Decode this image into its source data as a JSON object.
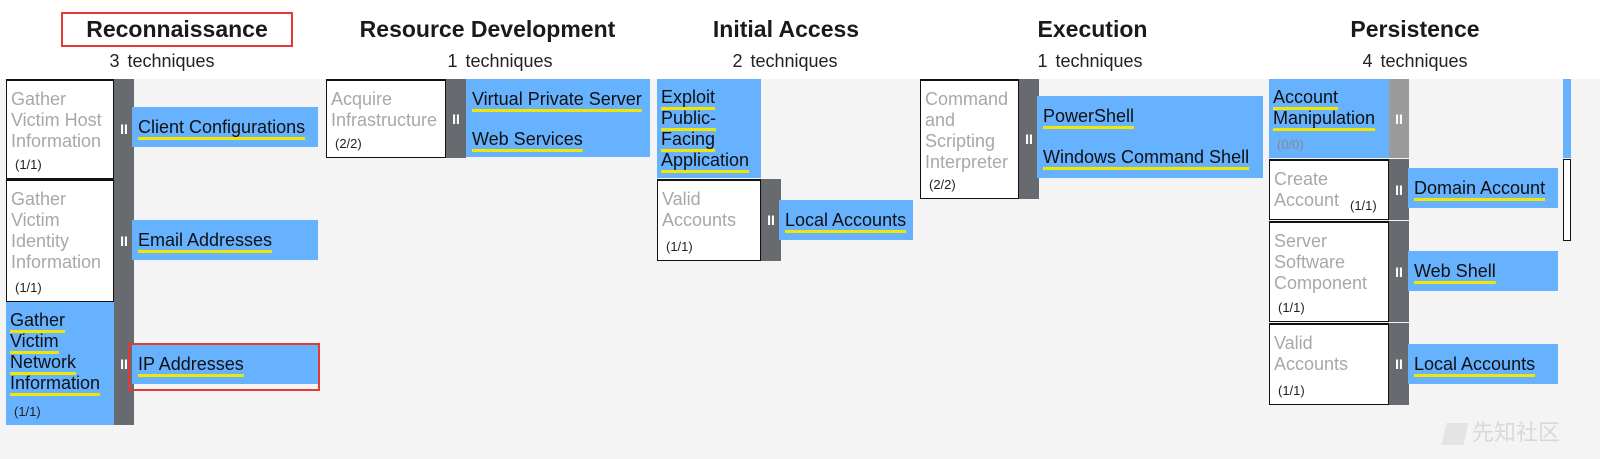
{
  "tactics": [
    {
      "name": "Reconnaissance",
      "count": "3",
      "unit": "techniques"
    },
    {
      "name": "Resource Development",
      "count": "1",
      "unit": "techniques"
    },
    {
      "name": "Initial Access",
      "count": "2",
      "unit": "techniques"
    },
    {
      "name": "Execution",
      "count": "1",
      "unit": "techniques"
    },
    {
      "name": "Persistence",
      "count": "4",
      "unit": "techniques"
    }
  ],
  "recon": {
    "t1": {
      "name": "Gather Victim Host Information",
      "ratio": "(1/1)",
      "sub": "Client Configurations"
    },
    "t2": {
      "name": "Gather Victim Identity Information",
      "ratio": "(1/1)",
      "sub": "Email Addresses"
    },
    "t3": {
      "name": "Gather Victim Network Information",
      "ratio": "(1/1)",
      "sub": "IP Addresses"
    }
  },
  "resdev": {
    "t1": {
      "name": "Acquire Infrastructure",
      "ratio": "(2/2)",
      "sub1": "Virtual Private Server",
      "sub2": "Web Services"
    }
  },
  "initial": {
    "t1": {
      "name": "Exploit Public-Facing Application"
    },
    "t2": {
      "name": "Valid Accounts",
      "ratio": "(1/1)",
      "sub": "Local Accounts"
    }
  },
  "execution": {
    "t1": {
      "name": "Command and Scripting Interpreter",
      "ratio": "(2/2)",
      "sub1": "PowerShell",
      "sub2": "Windows Command Shell"
    }
  },
  "persistence": {
    "t1": {
      "name": "Account Manipulation",
      "ratio": "(0/0)"
    },
    "t2": {
      "name": "Create Account",
      "ratio": "(1/1)",
      "sub": "Domain Account"
    },
    "t3": {
      "name": "Server Software Component",
      "ratio": "(1/1)",
      "sub": "Web Shell"
    },
    "t4": {
      "name": "Valid Accounts",
      "ratio": "(1/1)",
      "sub": "Local Accounts"
    }
  },
  "handle_glyph": "II",
  "watermark": "先知社区",
  "colors": {
    "blue": "#66b2ff",
    "handle": "#676b70",
    "underline": "#f2e600",
    "highlight": "#e53935"
  }
}
